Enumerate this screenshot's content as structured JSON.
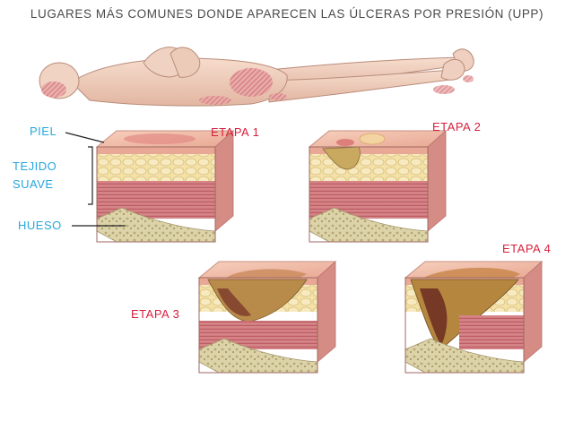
{
  "title": "LUGARES MÁS COMUNES DONDE APARECEN LAS ÚLCERAS POR PRESIÓN (UPP)",
  "labels": {
    "piel": "PIEL",
    "tejido_1": "TEJIDO",
    "tejido_2": "SUAVE",
    "hueso": "HUESO"
  },
  "stages": [
    {
      "label": "ETAPA 1"
    },
    {
      "label": "ETAPA 2"
    },
    {
      "label": "ETAPA 3"
    },
    {
      "label": "ETAPA 4"
    }
  ],
  "colors": {
    "label_blue": "#27a7dc",
    "stage_red": "#d81f3d",
    "skin": "#f2c9b8",
    "muscle": "#c96a70",
    "fat": "#f1dca3",
    "bone": "#d9cfa0"
  }
}
